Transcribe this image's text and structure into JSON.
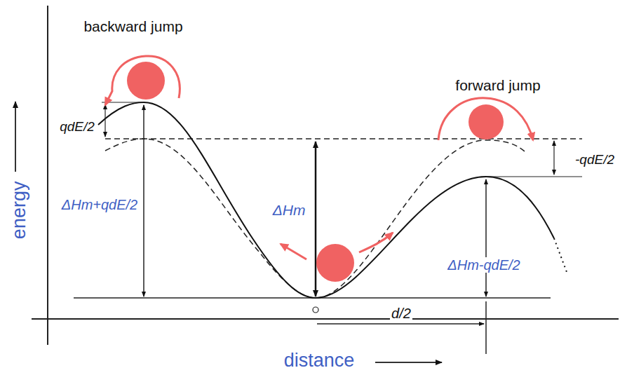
{
  "diagram": {
    "labels": [
      "backward jump",
      "qdE/2",
      "ΔHm+qdE/2",
      "ΔHm",
      "forward jump",
      "-qdE/2",
      "ΔHm-qdE/2",
      "d/2",
      "energy",
      "distance"
    ]
  }
}
